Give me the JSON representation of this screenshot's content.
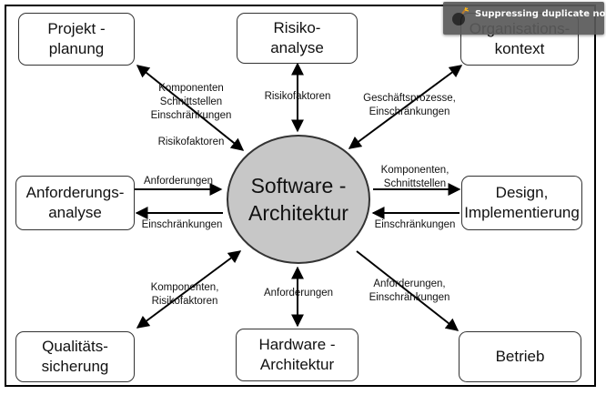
{
  "center": {
    "label": "Software -\nArchitektur"
  },
  "boxes": {
    "projektplanung": "Projekt -\nplanung",
    "risikoanalyse": "Risiko-\nanalyse",
    "organisationskontext": "Organisations-\nkontext",
    "anforderungsanalyse": "Anforderungs-\nanalyse",
    "design": "Design,\nImplementierung",
    "qualitaetssicherung": "Qualitäts-\nsicherung",
    "hardware": "Hardware -\nArchitektur",
    "betrieb": "Betrieb"
  },
  "labels": {
    "projekt_out": "Komponenten\nSchnittstellen\nEinschränkungen",
    "projekt_in": "Risikofaktoren",
    "risiko": "Risikofaktoren",
    "organisation": "Geschäftsprozesse,\nEinschränkungen",
    "anforderung_in": "Anforderungen",
    "anforderung_out": "Einschränkungen",
    "design_out": "Komponenten,\nSchnittstellen",
    "design_in": "Einschränkungen",
    "qualitaet": "Komponenten,\nRisikofaktoren",
    "hardware": "Anforderungen",
    "betrieb": "Anforderungen,\nEinschränkungen"
  },
  "notification": {
    "text": "Suppressing duplicate not"
  }
}
